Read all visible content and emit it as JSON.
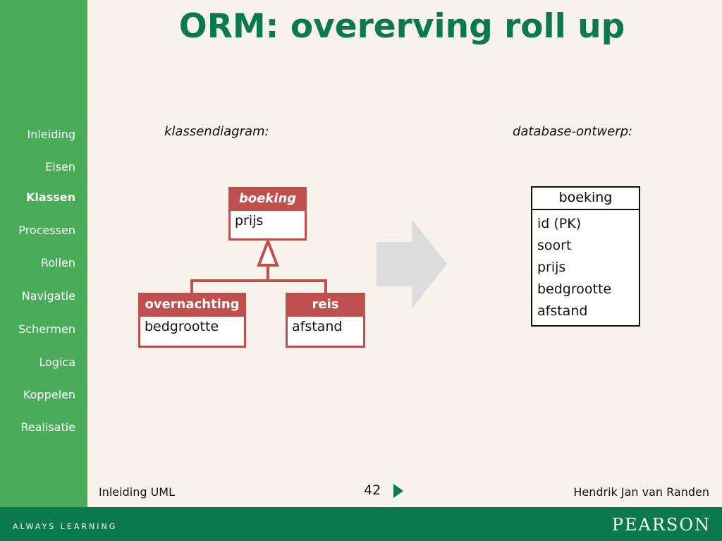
{
  "title": "ORM: overerving roll up",
  "nav": {
    "items": [
      {
        "label": "Inleiding",
        "active": false
      },
      {
        "label": "Eisen",
        "active": false
      },
      {
        "label": "Klassen",
        "active": true
      },
      {
        "label": "Processen",
        "active": false
      },
      {
        "label": "Rollen",
        "active": false
      },
      {
        "label": "Navigatie",
        "active": false
      },
      {
        "label": "Schermen",
        "active": false
      },
      {
        "label": "Logica",
        "active": false
      },
      {
        "label": "Koppelen",
        "active": false
      },
      {
        "label": "Realisatie",
        "active": false
      }
    ]
  },
  "left_heading": "klassendiagram:",
  "right_heading": "database-ontwerp:",
  "classes": {
    "parent": {
      "name": "boeking",
      "attr": "prijs"
    },
    "child1": {
      "name": "overnachting",
      "attr": "bedgrootte"
    },
    "child2": {
      "name": "reis",
      "attr": "afstand"
    }
  },
  "table": {
    "name": "boeking",
    "columns": [
      "id (PK)",
      "soort",
      "prijs",
      "bedgrootte",
      "afstand"
    ]
  },
  "footer": {
    "left": "Inleiding UML",
    "page": "42",
    "right": "Hendrik Jan van Randen"
  },
  "brand": {
    "tagline": "ALWAYS LEARNING",
    "name": "PEARSON"
  },
  "colors": {
    "sidebar": "#4aab58",
    "accent": "#0a7a4c",
    "uml_header": "#c0504d",
    "background": "#f7f3ea"
  }
}
